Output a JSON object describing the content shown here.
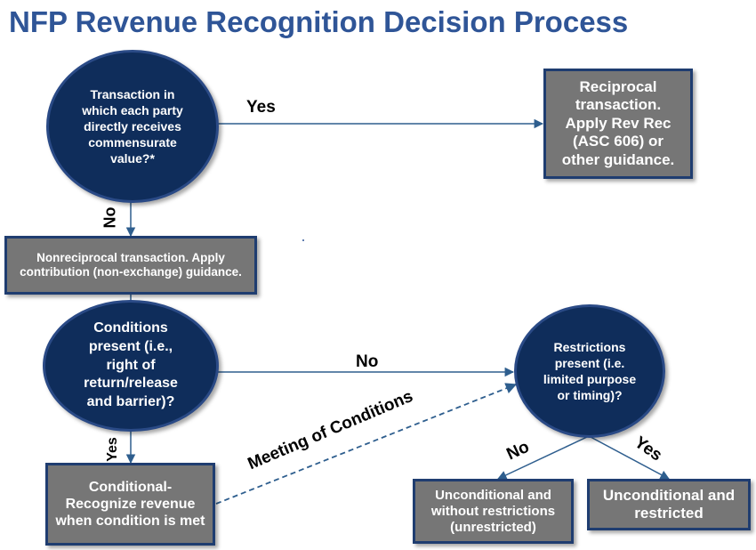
{
  "title": "NFP Revenue Recognition Decision Process",
  "nodes": {
    "commensurate_value": "Transaction in which each party directly receives commensurate value?*",
    "reciprocal": "Reciprocal transaction. Apply Rev Rec (ASC 606) or other guidance.",
    "nonreciprocal": "Nonreciprocal transaction. Apply contribution (non-exchange) guidance.",
    "conditions_present": "Conditions present (i.e., right of return/release and barrier)?",
    "restrictions_present": "Restrictions present (i.e. limited purpose or timing)?",
    "conditional": "Conditional- Recognize revenue when condition is met",
    "unconditional_unrestricted": "Unconditional and without restrictions (unrestricted)",
    "unconditional_restricted": "Unconditional and restricted"
  },
  "edges": {
    "yes_top": "Yes",
    "no_top": "No",
    "no_middle": "No",
    "yes_conditions": "Yes",
    "meeting_conditions": "Meeting of Conditions",
    "no_restrictions": "No",
    "yes_restrictions": "Yes"
  },
  "colors": {
    "title": "#2f5597",
    "circle_fill": "#0f2d5b",
    "box_fill": "#767676",
    "border": "#1f3d70",
    "arrow": "#2e5e8e"
  }
}
